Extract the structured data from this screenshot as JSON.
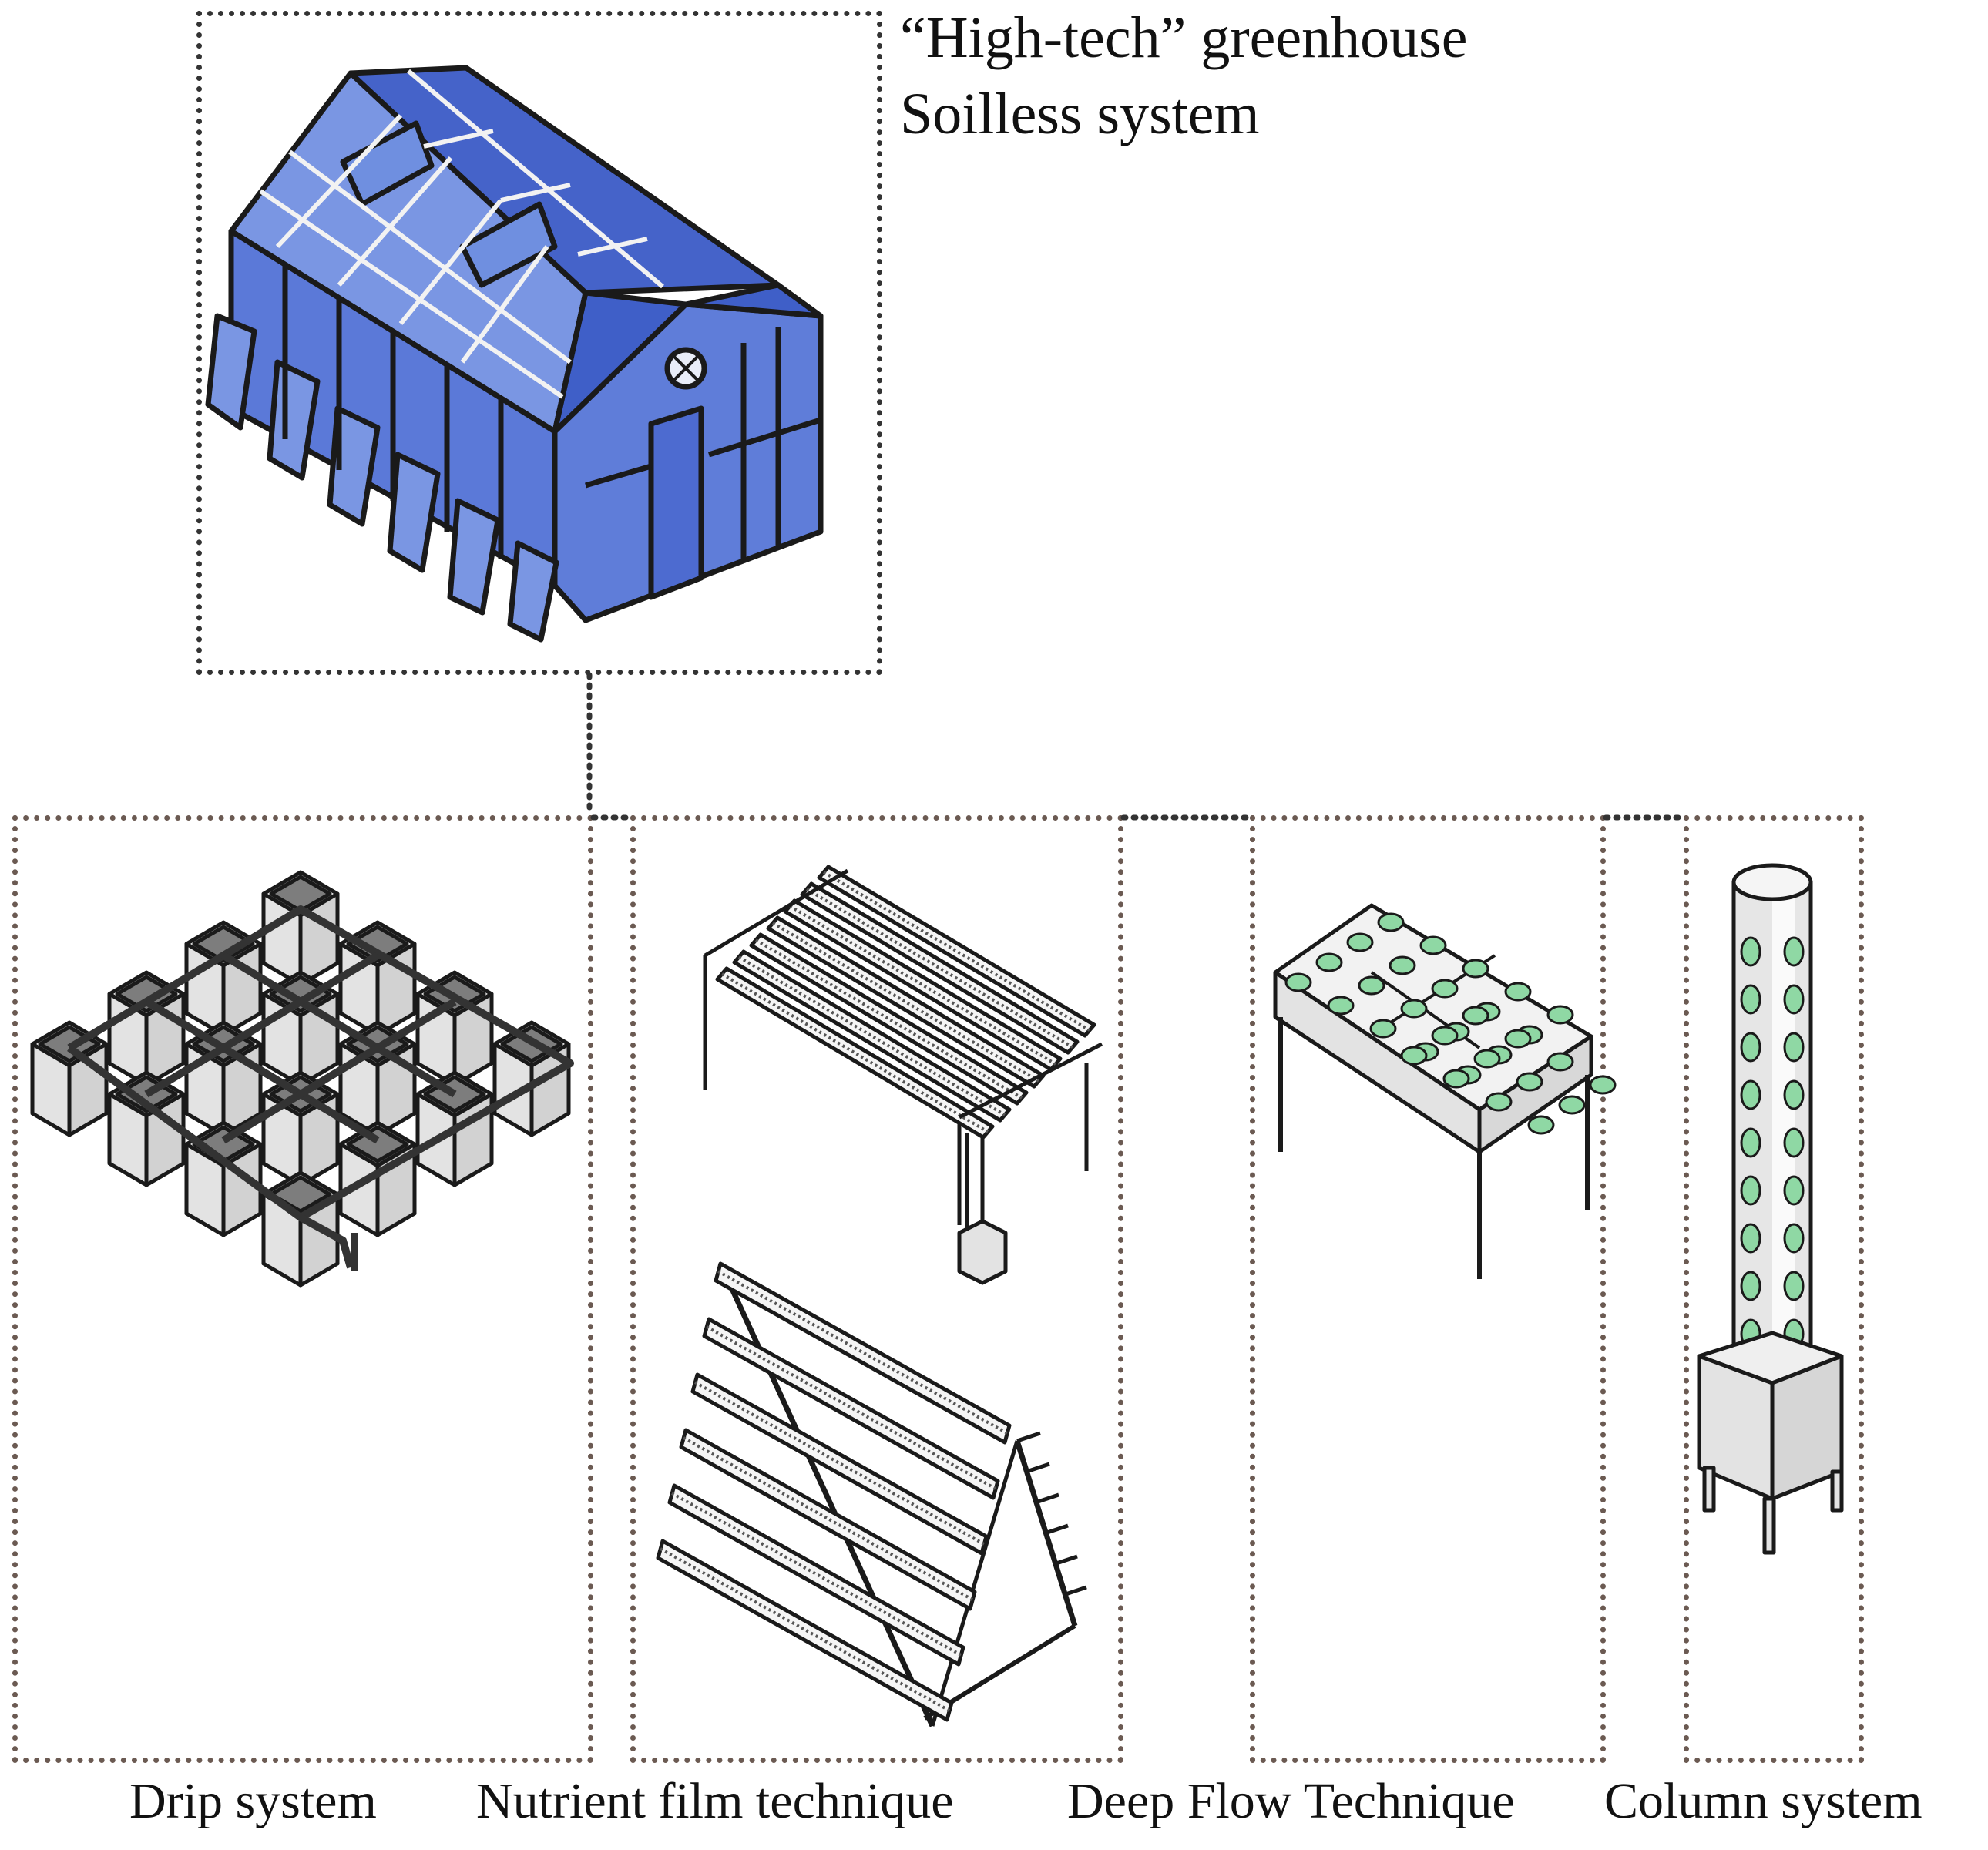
{
  "title": {
    "line1": "“High-tech” greenhouse",
    "line2": "Soilless system"
  },
  "systems": [
    {
      "id": "drip",
      "label": "Drip system"
    },
    {
      "id": "nft",
      "label": "Nutrient film technique"
    },
    {
      "id": "dft",
      "label": "Deep Flow Technique"
    },
    {
      "id": "column",
      "label": "Column system"
    }
  ],
  "colors": {
    "glass": "#6f8fe0",
    "glass_dark": "#3f5fc8",
    "frame_line": "#222222",
    "pot_gray": "#e3e3e3",
    "plant_green": "#8fd8a4"
  }
}
